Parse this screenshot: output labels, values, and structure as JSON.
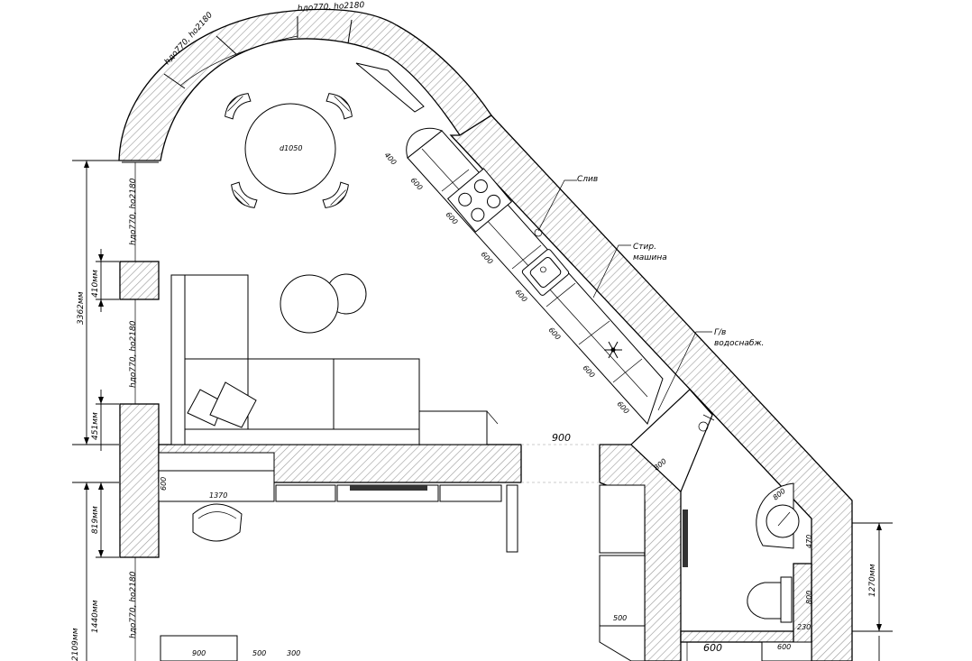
{
  "labels": {
    "window_top_left": "hдо770, hо2180",
    "window_top_mid": "hдо770, hо2180",
    "window_left_upper": "hдо770, hо2180",
    "window_left_mid": "hдо770, hо2180",
    "window_left_lower": "hдо770, hо2180",
    "table_diameter": "d1050",
    "drain": "Слив",
    "washer_line1": "Стир.",
    "washer_line2": "машина",
    "water_line1": "Г/в",
    "water_line2": "водоснабж."
  },
  "dimensions": {
    "kitchen_modules": [
      "400",
      "600",
      "600",
      "600",
      "600",
      "600",
      "600",
      "600"
    ],
    "wall_410": "410мм",
    "wall_3362": "3362мм",
    "wall_451": "451мм",
    "wall_819": "819мм",
    "wall_1440": "1440мм",
    "wall_2109": "2109мм",
    "wall_1270": "1270мм",
    "opening_900_top": "900",
    "desk_600": "600",
    "desk_1370": "1370",
    "bath_800_a": "800",
    "bath_800_b": "800",
    "bath_470": "470",
    "bath_800_c": "800",
    "bath_230": "230",
    "closet_500": "500",
    "door_600_a": "600",
    "door_600_b": "600",
    "bottom_900": "900",
    "bottom_500": "500",
    "bottom_300": "300"
  }
}
